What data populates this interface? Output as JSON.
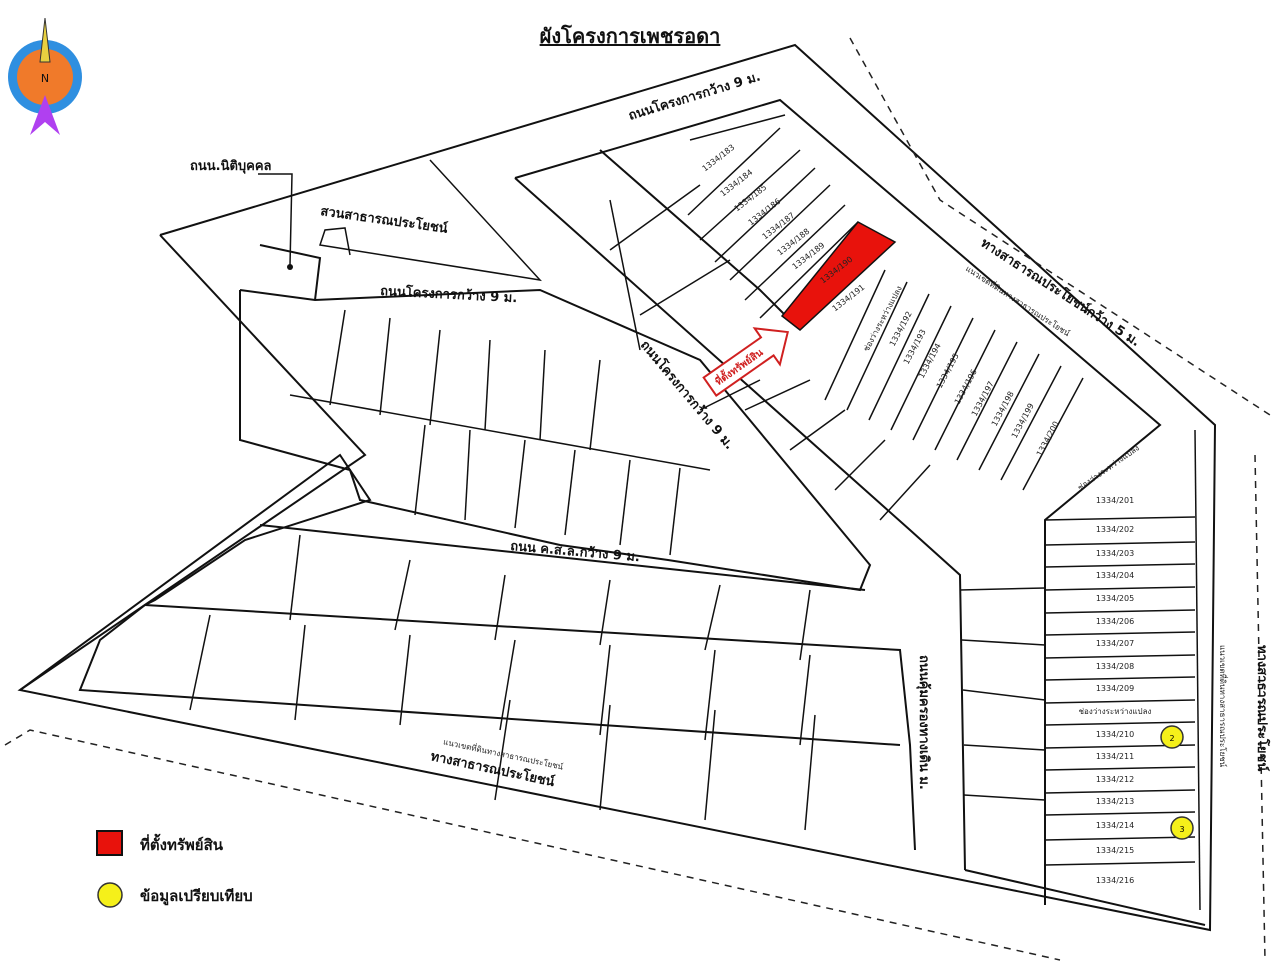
{
  "title": "ผังโครงการเพชรอดา",
  "compass": {
    "label": "N"
  },
  "roads": {
    "project_road_top": "ถนนโครงการกว้าง 9 ม.",
    "project_road_mid": "ถนนโครงการกว้าง 9 ม.",
    "project_road_diag": "ถนนโครงการกว้าง 9 ม.",
    "concrete_road": "ถนน ค.ส.ล.กว้าง 9 ม.",
    "park": "สวนสาธารณประโยชน์",
    "juristic": "ถนน.นิติบุคคล",
    "public_way_right": "ทางสาธารณประโยชน์กว้าง 5 ม.",
    "public_way_bottom": "ทางสาธารณประโยชน์",
    "public_way_far_right": "ทางสาธารณประโยชน์",
    "boundary_right": "แนวเขตที่ดินทางสาธารณประโยชน์",
    "boundary_bottom": "แนวเขตที่ดินทางสาธารณประโยชน์",
    "boundary_far_right": "แนวเขตที่ดินทางสาธารณประโยชน์",
    "side_road": "ถนนคุ้มครองทางเดิน ม."
  },
  "subject_marker": "ที่ตั้งทรัพย์สิน",
  "plots_upper": [
    "1334/183",
    "1334/184",
    "1334/185",
    "1334/186",
    "1334/187",
    "1334/188",
    "1334/189",
    "1334/190",
    "1334/191"
  ],
  "plots_lower": [
    "ช่องว่างระหว่างแปลง",
    "1334/192",
    "1334/193",
    "1334/194",
    "1334/195",
    "1334/196",
    "1334/197",
    "1334/198",
    "1334/199",
    "1334/200",
    "ช่องว่างระหว่างแปลง"
  ],
  "plots_right": [
    "1334/201",
    "1334/202",
    "1334/203",
    "1334/204",
    "1334/205",
    "1334/206",
    "1334/207",
    "1334/208",
    "1334/209",
    "ช่องว่างระหว่างแปลง",
    "1334/210",
    "1334/211",
    "1334/212",
    "1334/213",
    "1334/214",
    "1334/215",
    "1334/216"
  ],
  "comparables": [
    "2",
    "3"
  ],
  "legend": {
    "subject": "ที่ตั้งทรัพย์สิน",
    "comparable": "ข้อมูลเปรียบเทียบ"
  },
  "colors": {
    "subject": "#e8120c",
    "comparable": "#f5f01a",
    "compass_ring": "#2f8fe0",
    "compass_core": "#f07a2a",
    "compass_arrow": "#b040f0"
  }
}
